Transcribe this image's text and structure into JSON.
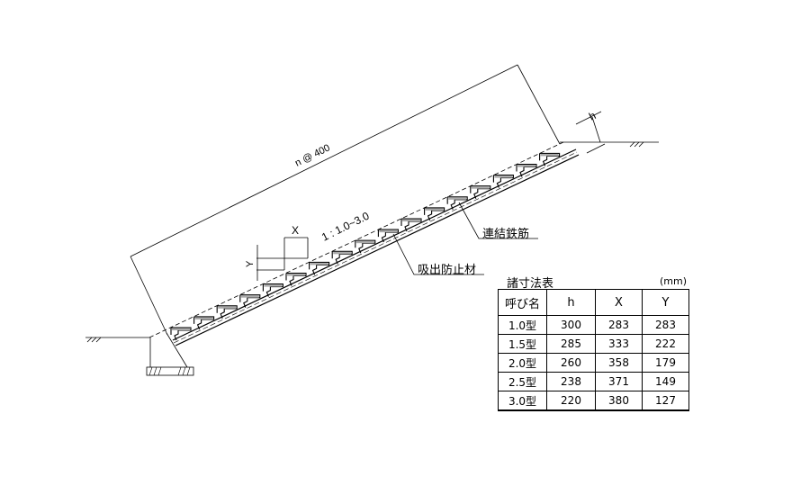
{
  "drawing": {
    "pitch_label": "n @ 400",
    "slope_label": "1 : 1.0~3.0",
    "dim_x": "X",
    "dim_y": "Y",
    "dim_h": "h",
    "label_rebar": "連結鉄筋",
    "label_filter": "吸出防止材"
  },
  "table": {
    "title": "諸寸法表",
    "unit": "(mm)",
    "headers": [
      "呼び名",
      "h",
      "X",
      "Y"
    ],
    "rows": [
      [
        "1.0型",
        "300",
        "283",
        "283"
      ],
      [
        "1.5型",
        "285",
        "333",
        "222"
      ],
      [
        "2.0型",
        "260",
        "358",
        "179"
      ],
      [
        "2.5型",
        "238",
        "371",
        "149"
      ],
      [
        "3.0型",
        "220",
        "380",
        "127"
      ]
    ]
  }
}
